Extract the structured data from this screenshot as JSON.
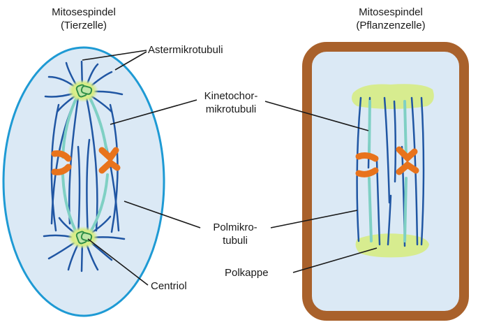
{
  "titles": {
    "animal": [
      "Mitosespindel",
      "(Tierzelle)"
    ],
    "plant": [
      "Mitosespindel",
      "(Pflanzenzelle)"
    ]
  },
  "labels": {
    "aster": "Astermikrotubuli",
    "kinetochore": [
      "Kinetochor-",
      "mikrotubuli"
    ],
    "polar": [
      "Polmikro-",
      "tubuli"
    ],
    "polkappe": "Polkappe",
    "centriol": "Centriol"
  },
  "colors": {
    "cell_fill": "#dbe9f5",
    "animal_membrane": "#1e9ad4",
    "plant_wall": "#a9612b",
    "microtubule": "#2056a3",
    "kinetochore_mt": "#7fd0c4",
    "chromosome": "#e8731c",
    "centrosome_glow": "#d6ec84",
    "centriol": "#3aa655",
    "leader_line": "#1a1a1a"
  }
}
